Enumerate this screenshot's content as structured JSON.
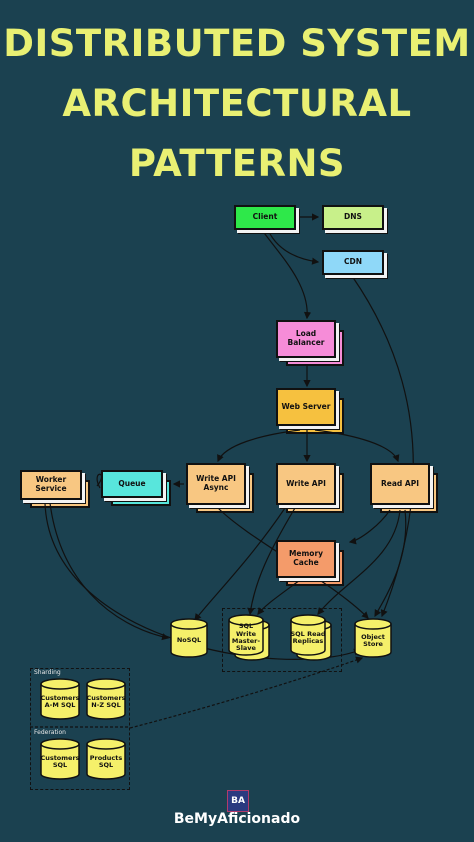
{
  "title": {
    "line1": "DISTRIBUTED SYSTEM",
    "line2": "ARCHITECTURAL",
    "line3": "PATTERNS"
  },
  "nodes": {
    "client": "Client",
    "dns": "DNS",
    "cdn": "CDN",
    "load_balancer": "Load Balancer",
    "web_server": "Web Server",
    "worker_service": "Worker Service",
    "queue": "Queue",
    "write_api_async": "Write API Async",
    "write_api": "Write API",
    "read_api": "Read API",
    "memory_cache": "Memory Cache",
    "nosql": "NoSQL",
    "sql_write": "SQL Write Master-Slave",
    "sql_read": "SQL Read Replicas",
    "object_store": "Object Store",
    "customers_am": "Customers A-M SQL",
    "customers_nz": "Customers N-Z SQL",
    "customers_sql": "Customers SQL",
    "products_sql": "Products SQL"
  },
  "groups": {
    "sharding": "Sharding",
    "federation": "Federation"
  },
  "brand": {
    "logo": "BA",
    "name": "BeMyAficionado"
  },
  "colors": {
    "background": "#1b4150",
    "title": "#e9f073",
    "client": "#2ee84a",
    "dns": "#c8f08a",
    "cdn": "#8fd8f8",
    "load_balancer": "#f68cd8",
    "web_server": "#f6c13f",
    "worker": "#f8c782",
    "queue": "#58e6dc",
    "api": "#f8c782",
    "cache": "#f49b6a",
    "db": "#f5f06a"
  }
}
